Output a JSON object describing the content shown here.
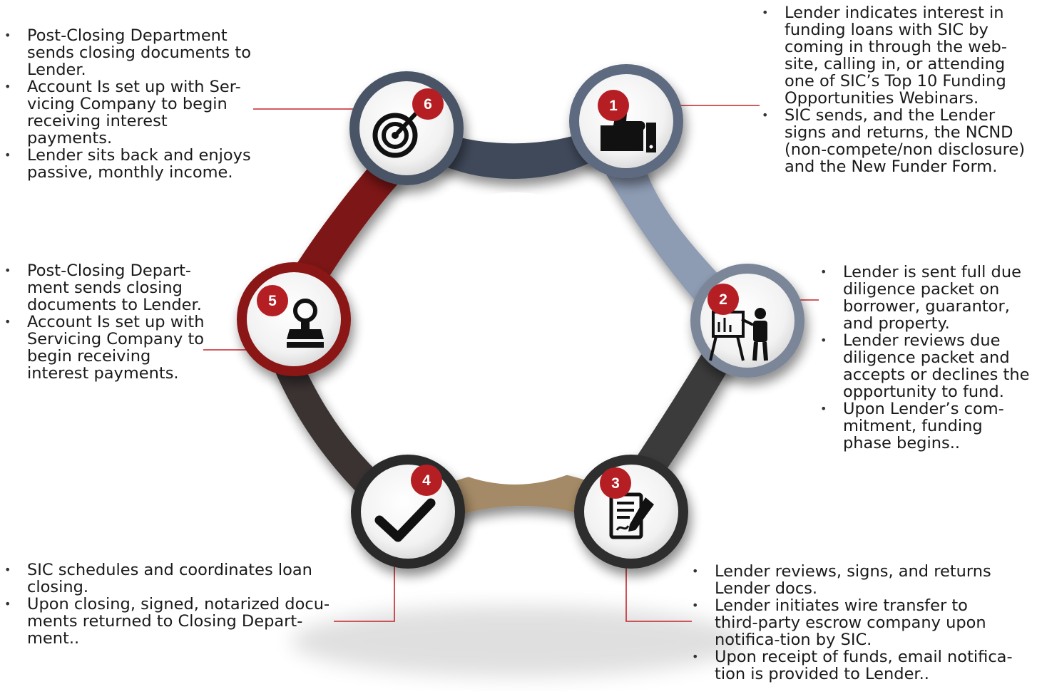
{
  "steps": [
    {
      "number": "6",
      "icon": "target-dart-icon",
      "bullets": [
        "Post-Closing Department sends closing documents to Lender.",
        "Account Is set up with Ser-vicing Company to begin receiving interest payments.",
        "Lender sits back and enjoys passive, monthly income."
      ]
    },
    {
      "number": "1",
      "icon": "thumbs-up-icon",
      "bullets": [
        "Lender indicates interest in funding loans with SIC by coming in through the web-site, calling in, or attending one of SIC’s Top 10 Funding Opportunities Webinars.",
        "SIC sends, and the Lender signs and returns, the NCND (non-compete/non disclosure) and the New Funder Form."
      ]
    },
    {
      "number": "2",
      "icon": "presentation-icon",
      "bullets": [
        "Lender is sent full due diligence packet on borrower, guarantor, and property.",
        "Lender reviews due diligence packet and accepts or declines the opportunity to fund.",
        "Upon Lender’s com-mitment, funding phase begins.."
      ]
    },
    {
      "number": "3",
      "icon": "document-sign-icon",
      "bullets": [
        "Lender reviews, signs, and returns Lender docs.",
        "Lender initiates wire transfer to third-party escrow company upon notifica-tion by SIC.",
        "Upon receipt of funds, email notifica-tion is provided to Lender.."
      ]
    },
    {
      "number": "4",
      "icon": "checkmark-icon",
      "bullets": [
        "SIC schedules and coordinates loan closing.",
        "Upon closing, signed, notarized docu-ments returned to Closing Depart-ment.."
      ]
    },
    {
      "number": "5",
      "icon": "stamp-icon",
      "bullets": [
        "Post-Closing Depart-ment sends closing documents to Lender.",
        "Account Is set up with Servicing Company to begin receiving interest payments."
      ]
    }
  ],
  "colors": {
    "connector": "#c4252b",
    "badge": "#b51f24",
    "ring_6_1": "#3f4a5a",
    "ring_1_2": "#8d9bb3",
    "ring_2_3": "#3b3b3b",
    "ring_3_4": "#a48a66",
    "ring_4_5": "#3a3330",
    "ring_5_6": "#7d1414"
  }
}
